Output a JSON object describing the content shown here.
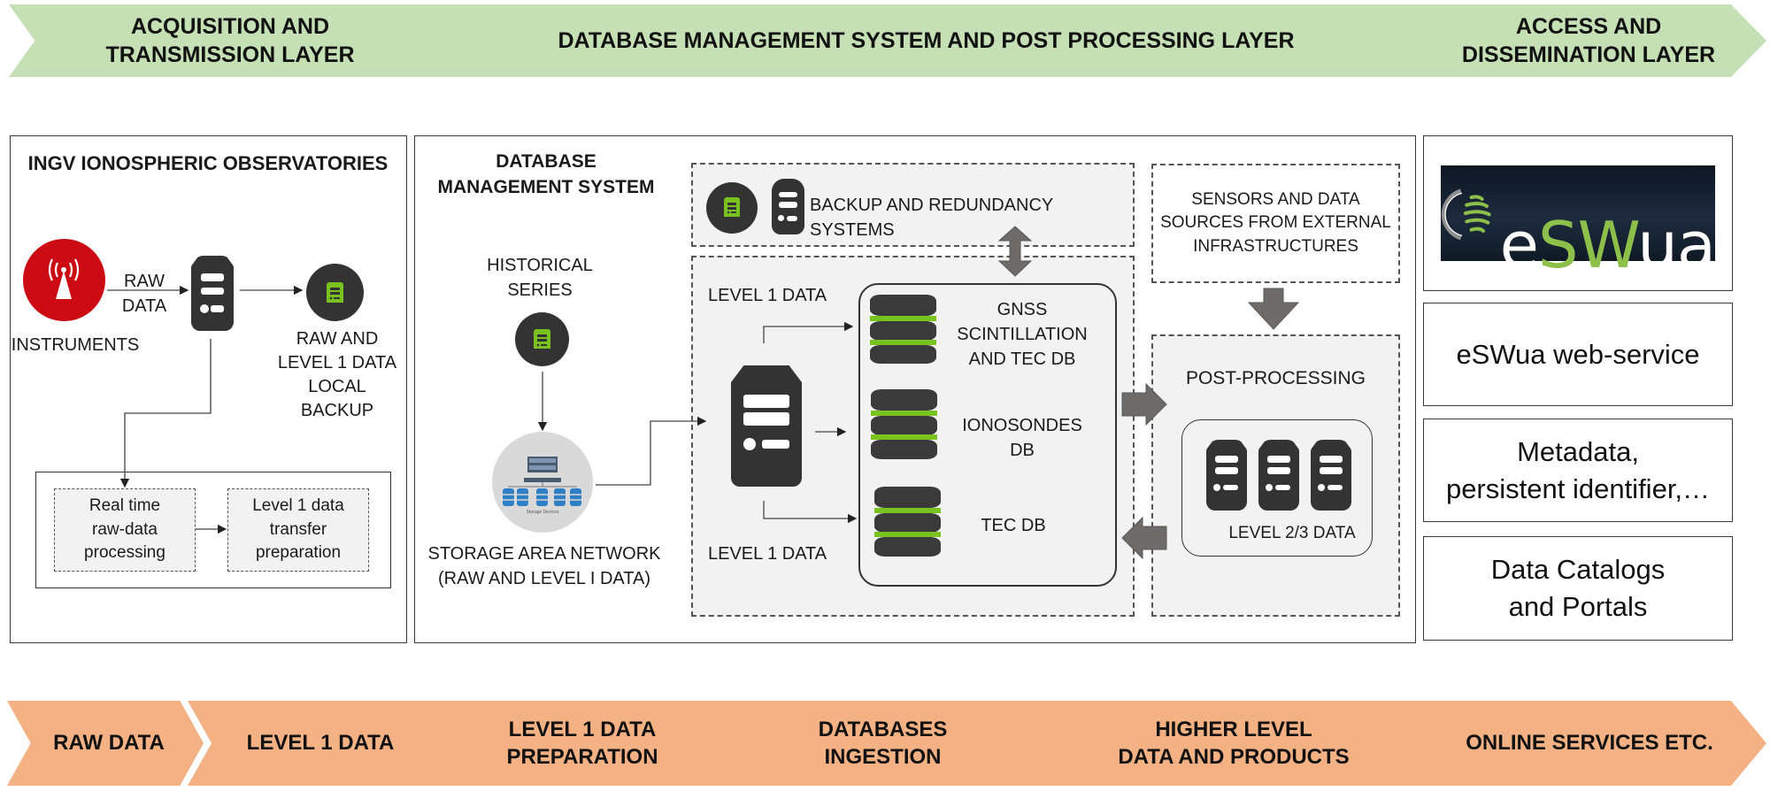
{
  "layers": [
    {
      "label": "ACQUISITION AND\nTRANSMISSION LAYER"
    },
    {
      "label": "DATABASE MANAGEMENT SYSTEM AND POST PROCESSING LAYER"
    },
    {
      "label": "ACCESS AND\nDISSEMINATION LAYER"
    }
  ],
  "data_levels": [
    {
      "label": "RAW DATA"
    },
    {
      "label": "LEVEL 1 DATA"
    },
    {
      "label": "LEVEL 1 DATA\nPREPARATION"
    },
    {
      "label": "DATABASES\nINGESTION"
    },
    {
      "label": "HIGHER LEVEL\nDATA AND PRODUCTS"
    },
    {
      "label": "ONLINE SERVICES ETC."
    }
  ],
  "observatories": {
    "title": "INGV IONOSPHERIC OBSERVATORIES",
    "instruments_label": "INSTRUMENTS",
    "raw_data_label": "RAW\nDATA",
    "local_backup_label": "RAW AND\nLEVEL 1 DATA\nLOCAL BACKUP",
    "processing_steps": [
      {
        "label": "Real time\nraw-data\nprocessing"
      },
      {
        "label": "Level 1 data\ntransfer\npreparation"
      }
    ]
  },
  "dbms": {
    "title": "DATABASE\nMANAGEMENT SYSTEM",
    "historical_label": "HISTORICAL\nSERIES",
    "san_label": "STORAGE AREA NETWORK\n(RAW AND LEVEL I DATA)",
    "san_caption": "Storage Devices",
    "backup_label": "BACKUP AND REDUNDANCY SYSTEMS",
    "level1_top": "LEVEL 1 DATA",
    "level1_bottom": "LEVEL 1 DATA",
    "databases": [
      {
        "label": "GNSS\nSCINTILLATION\nAND TEC DB"
      },
      {
        "label": "IONOSONDES\nDB"
      },
      {
        "label": "TEC DB"
      }
    ],
    "external_sources_label": "SENSORS AND DATA\nSOURCES FROM EXTERNAL\nINFRASTRUCTURES",
    "post_processing_label": "POST-PROCESSING",
    "level23_label": "LEVEL 2/3 DATA"
  },
  "access": {
    "logo": {
      "e": "e",
      "sw": "SW",
      "ua": "ua"
    },
    "items": [
      {
        "label": "eSWua web-service"
      },
      {
        "label": "Metadata,\npersistent identifier,…"
      },
      {
        "label": "Data Catalogs\nand Portals"
      }
    ]
  },
  "colors": {
    "layer_green": "#c5e0b4",
    "level_orange": "#f4b183",
    "instrument_red": "#cc0a14",
    "accent_green": "#7ac21f",
    "icon_dark": "#333333"
  }
}
